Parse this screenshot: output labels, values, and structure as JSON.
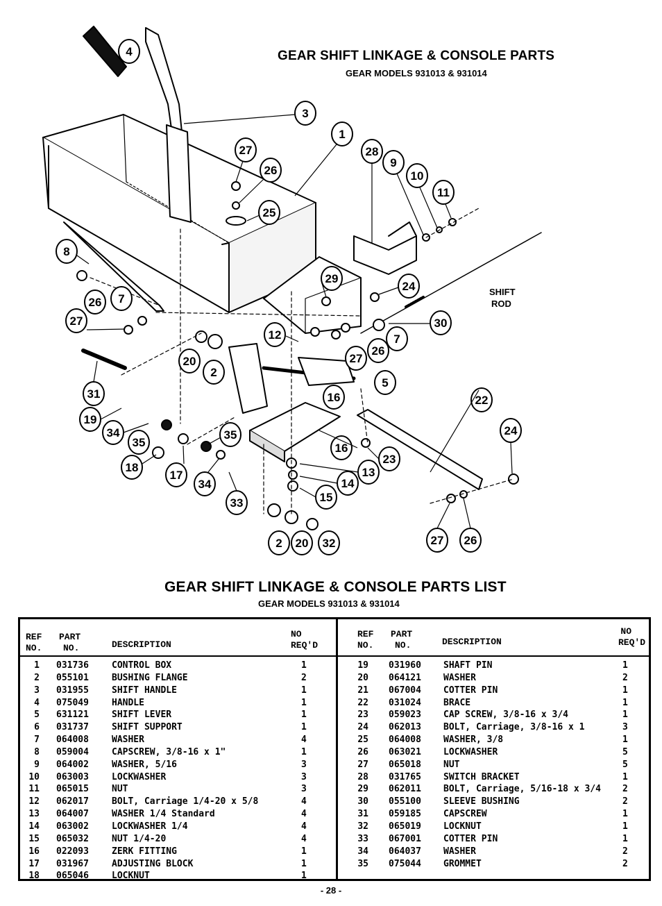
{
  "diagram": {
    "title": "GEAR SHIFT LINKAGE & CONSOLE PARTS",
    "subtitle": "GEAR MODELS 931013 & 931014",
    "shift_rod_label": [
      "SHIFT",
      "ROD"
    ],
    "callouts": [
      "4",
      "3",
      "1",
      "27",
      "26",
      "28",
      "9",
      "10",
      "11",
      "25",
      "8",
      "29",
      "24",
      "26",
      "7",
      "27",
      "30",
      "12",
      "7",
      "26",
      "27",
      "20",
      "2",
      "5",
      "16",
      "22",
      "31",
      "19",
      "34",
      "35",
      "35",
      "16",
      "24",
      "23",
      "13",
      "18",
      "17",
      "34",
      "14",
      "15",
      "33",
      "2",
      "20",
      "32",
      "27",
      "26"
    ]
  },
  "parts_list": {
    "title": "GEAR SHIFT LINKAGE & CONSOLE PARTS LIST",
    "subtitle": "GEAR MODELS 931013 & 931014",
    "headers": {
      "ref_1": "REF",
      "ref_2": "NO.",
      "part_1": "PART",
      "part_2": "NO.",
      "desc": "DESCRIPTION",
      "req_1": "NO",
      "req_2": "REQ'D"
    },
    "left": [
      {
        "ref": "1",
        "part": "031736",
        "desc": "CONTROL BOX",
        "qty": "1"
      },
      {
        "ref": "2",
        "part": "055101",
        "desc": "BUSHING FLANGE",
        "qty": "2"
      },
      {
        "ref": "3",
        "part": "031955",
        "desc": "SHIFT HANDLE",
        "qty": "1"
      },
      {
        "ref": "4",
        "part": "075049",
        "desc": "HANDLE",
        "qty": "1"
      },
      {
        "ref": "5",
        "part": "631121",
        "desc": "SHIFT LEVER",
        "qty": "1"
      },
      {
        "ref": "6",
        "part": "031737",
        "desc": "SHIFT SUPPORT",
        "qty": "1"
      },
      {
        "ref": "7",
        "part": "064008",
        "desc": "WASHER",
        "qty": "4"
      },
      {
        "ref": "8",
        "part": "059004",
        "desc": "CAPSCREW, 3/8-16 x 1\"",
        "qty": "1"
      },
      {
        "ref": "9",
        "part": "064002",
        "desc": "WASHER, 5/16",
        "qty": "3"
      },
      {
        "ref": "10",
        "part": "063003",
        "desc": "LOCKWASHER",
        "qty": "3"
      },
      {
        "ref": "11",
        "part": "065015",
        "desc": "NUT",
        "qty": "3"
      },
      {
        "ref": "12",
        "part": "062017",
        "desc": "BOLT, Carriage 1/4-20 x 5/8",
        "qty": "4"
      },
      {
        "ref": "13",
        "part": "064007",
        "desc": "WASHER 1/4 Standard",
        "qty": "4"
      },
      {
        "ref": "14",
        "part": "063002",
        "desc": "LOCKWASHER 1/4",
        "qty": "4"
      },
      {
        "ref": "15",
        "part": "065032",
        "desc": "NUT 1/4-20",
        "qty": "4"
      },
      {
        "ref": "16",
        "part": "022093",
        "desc": "ZERK FITTING",
        "qty": "1"
      },
      {
        "ref": "17",
        "part": "031967",
        "desc": "ADJUSTING BLOCK",
        "qty": "1"
      },
      {
        "ref": "18",
        "part": "065046",
        "desc": "LOCKNUT",
        "qty": "1"
      }
    ],
    "right": [
      {
        "ref": "19",
        "part": "031960",
        "desc": "SHAFT PIN",
        "qty": "1"
      },
      {
        "ref": "20",
        "part": "064121",
        "desc": "WASHER",
        "qty": "2"
      },
      {
        "ref": "21",
        "part": "067004",
        "desc": "COTTER PIN",
        "qty": "1"
      },
      {
        "ref": "22",
        "part": "031024",
        "desc": "BRACE",
        "qty": "1"
      },
      {
        "ref": "23",
        "part": "059023",
        "desc": "CAP SCREW, 3/8-16 x 3/4",
        "qty": "1"
      },
      {
        "ref": "24",
        "part": "062013",
        "desc": "BOLT, Carriage, 3/8-16 x 1",
        "qty": "3"
      },
      {
        "ref": "25",
        "part": "064008",
        "desc": "WASHER, 3/8",
        "qty": "1"
      },
      {
        "ref": "26",
        "part": "063021",
        "desc": "LOCKWASHER",
        "qty": "5"
      },
      {
        "ref": "27",
        "part": "065018",
        "desc": "NUT",
        "qty": "5"
      },
      {
        "ref": "28",
        "part": "031765",
        "desc": "SWITCH BRACKET",
        "qty": "1"
      },
      {
        "ref": "29",
        "part": "062011",
        "desc": "BOLT, Carriage, 5/16-18 x 3/4",
        "qty": "2"
      },
      {
        "ref": "30",
        "part": "055100",
        "desc": "SLEEVE BUSHING",
        "qty": "2"
      },
      {
        "ref": "31",
        "part": "059185",
        "desc": "CAPSCREW",
        "qty": "1"
      },
      {
        "ref": "32",
        "part": "065019",
        "desc": "LOCKNUT",
        "qty": "1"
      },
      {
        "ref": "33",
        "part": "067001",
        "desc": "COTTER PIN",
        "qty": "1"
      },
      {
        "ref": "34",
        "part": "064037",
        "desc": "WASHER",
        "qty": "2"
      },
      {
        "ref": "35",
        "part": "075044",
        "desc": "GROMMET",
        "qty": "2"
      }
    ]
  },
  "footer": {
    "page_number": "- 28 -"
  }
}
